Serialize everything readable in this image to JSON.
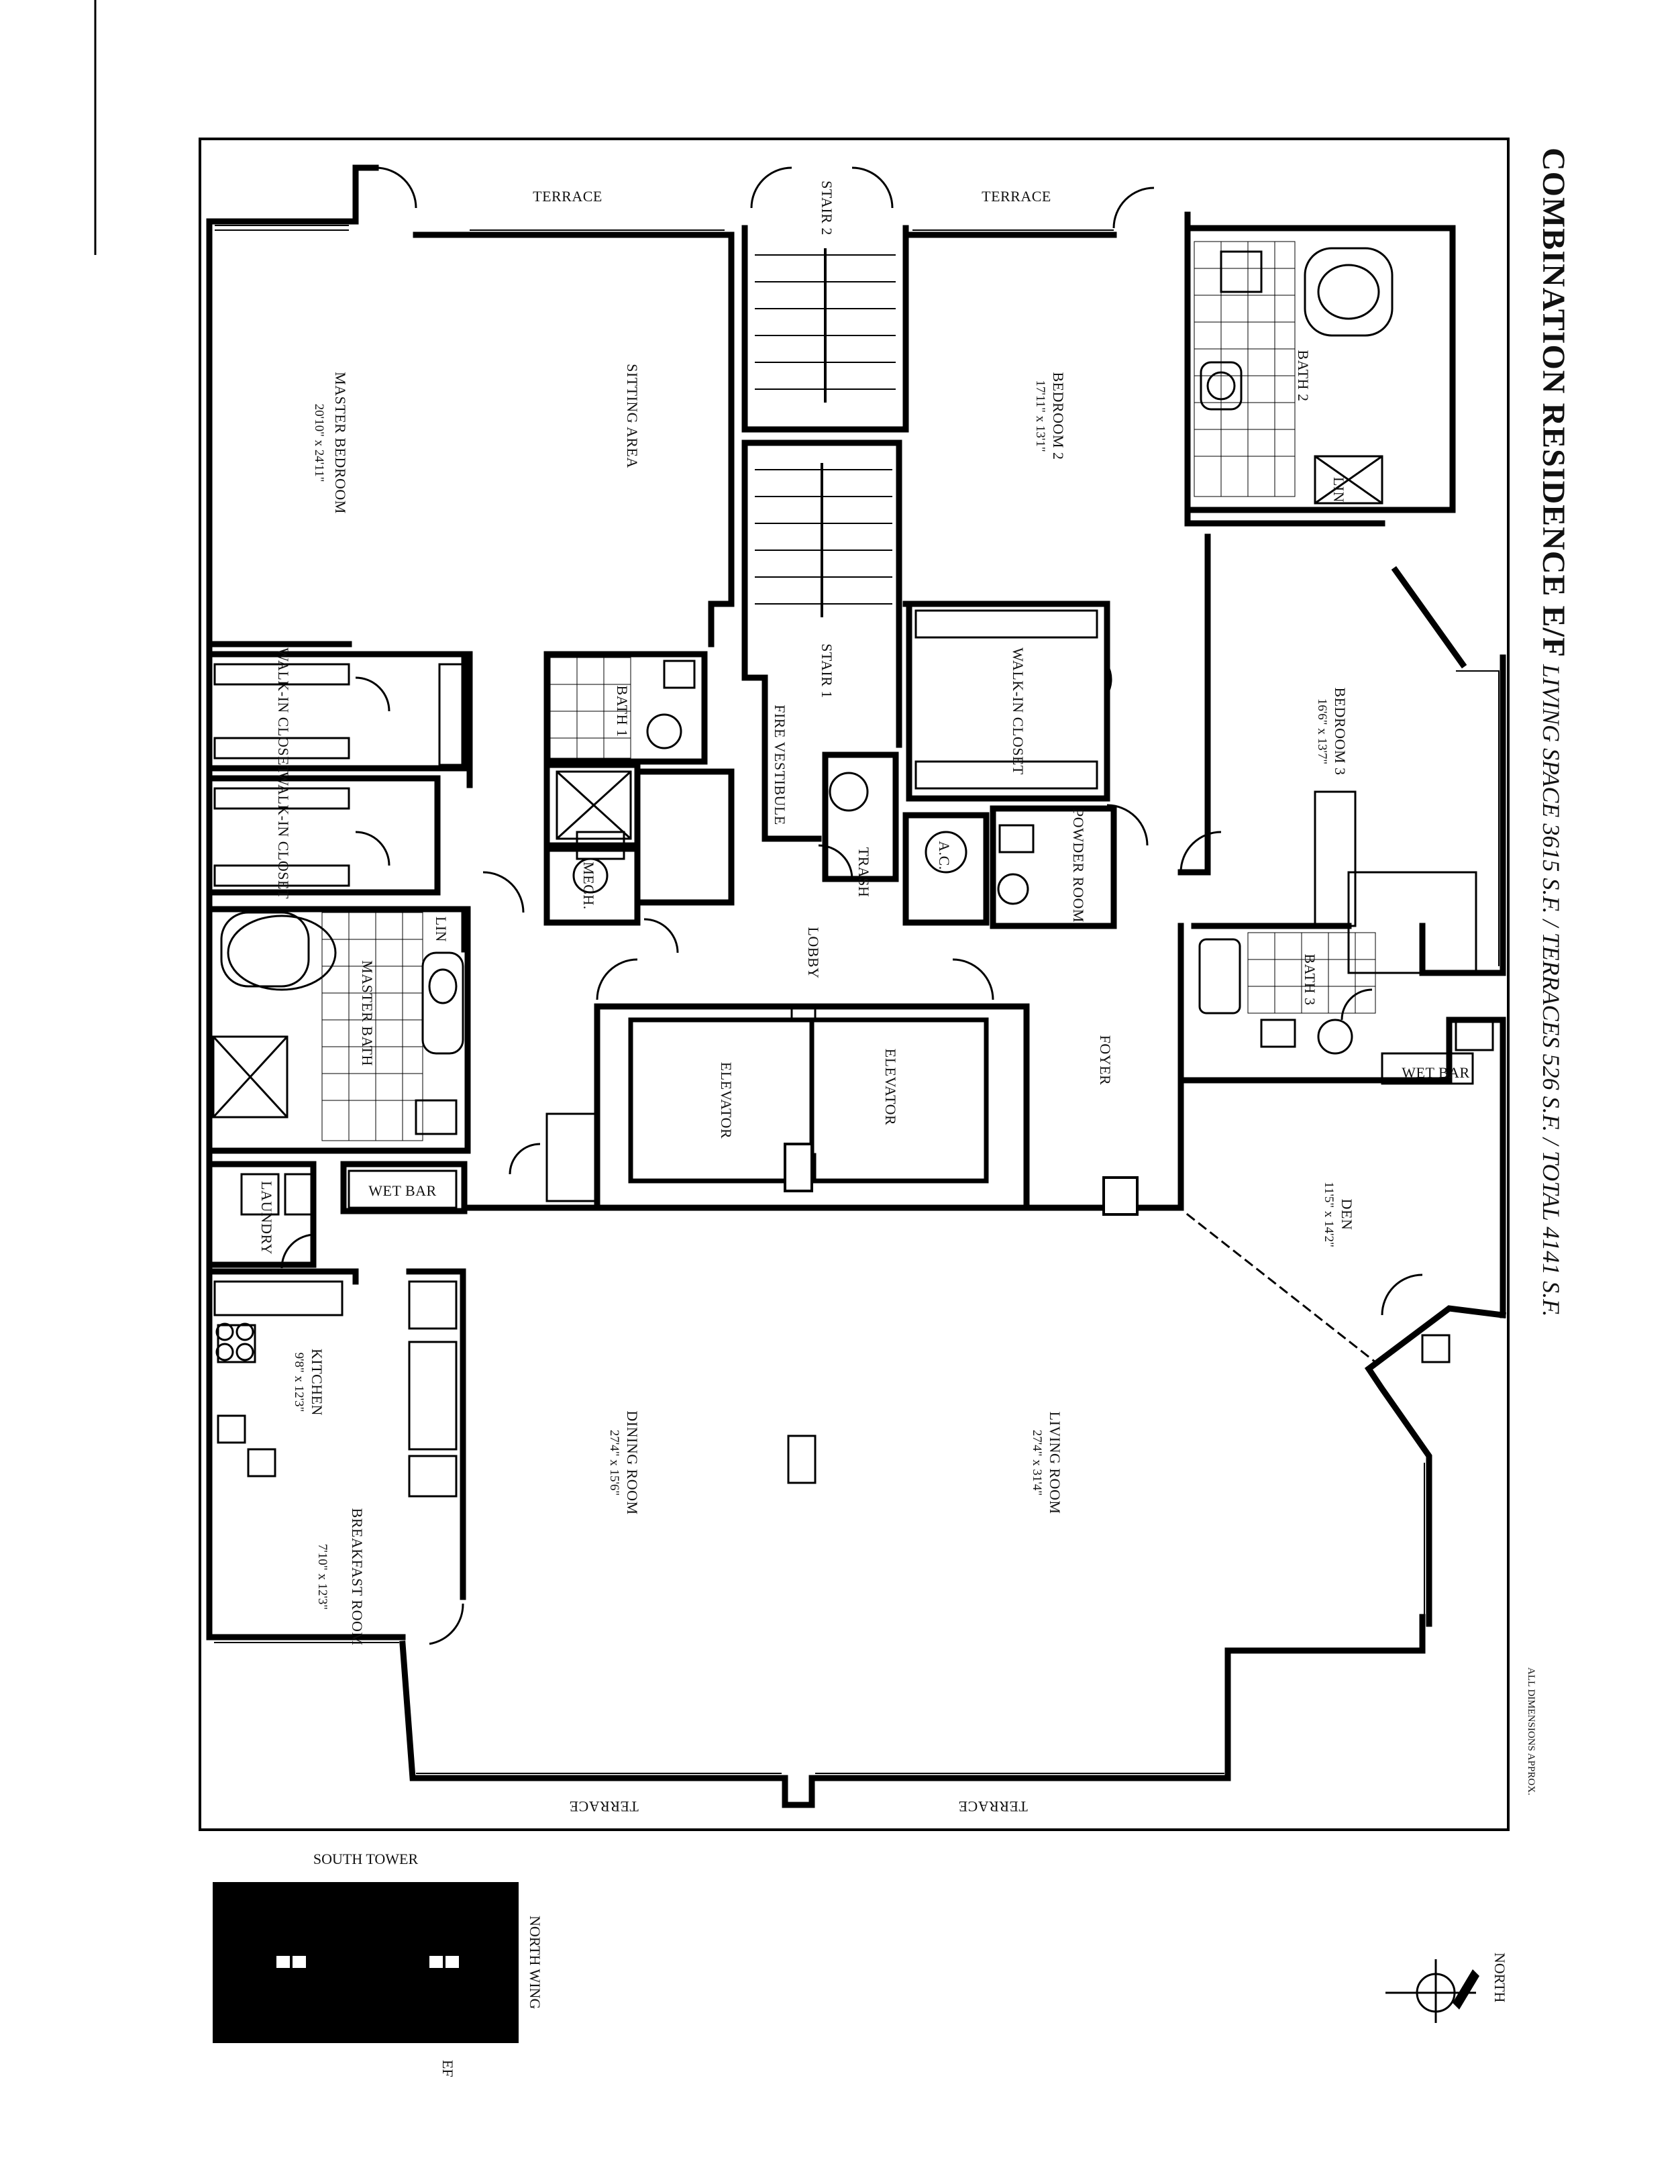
{
  "title": "COMBINATION RESIDENCE E/F",
  "subtitle": "LIVING SPACE 3615 S.F. / TERRACES 526 S.F. / TOTAL 4141 S.F.",
  "note": "ALL DIMENSIONS APPROX.",
  "rooms": {
    "terrace_top_left": "TERRACE",
    "terrace_top_right": "TERRACE",
    "terrace_bottom_left": "TERRACE",
    "terrace_bottom_right": "TERRACE",
    "stair2": "STAIR 2",
    "stair1": "STAIR 1",
    "master_bedroom": "MASTER BEDROOM",
    "master_bedroom_dim": "20'10\" x 24'11\"",
    "sitting_area": "SITTING AREA",
    "bedroom2": "BEDROOM 2",
    "bedroom2_dim": "17'11\" x 13'1\"",
    "bath2": "BATH 2",
    "lin_top": "LIN",
    "bedroom3": "BEDROOM 3",
    "bedroom3_dim": "16'6\" x 13'7\"",
    "walkin_closet_right": "WALK-IN CLOSET",
    "walkin_closet_left1": "WALK-IN CLOSET",
    "walkin_closet_left2": "WALK-IN CLOSET",
    "bath1": "BATH 1",
    "fire_vestibule": "FIRE VESTIBULE",
    "trash": "TRASH",
    "ac": "A.C.",
    "powder_room": "POWDER ROOM",
    "mech": "MECH.",
    "lobby": "LOBBY",
    "lin_left": "LIN",
    "master_bath": "MASTER BATH",
    "elevator1": "ELEVATOR",
    "elevator2": "ELEVATOR",
    "foyer": "FOYER",
    "bath3": "BATH 3",
    "wet_bar_right": "WET BAR",
    "den": "DEN",
    "den_dim": "11'5\" x 14'2\"",
    "laundry": "LAUNDRY",
    "wet_bar_left": "WET BAR",
    "kitchen": "KITCHEN",
    "kitchen_dim": "9'8\" x 12'3\"",
    "dining_room": "DINING ROOM",
    "dining_room_dim": "27'4\" x 15'6\"",
    "living_room": "LIVING ROOM",
    "living_room_dim": "27'4\" x 31'4\"",
    "breakfast_room": "BREAKFAST ROOM",
    "breakfast_room_dim": "7'10\" x 12'3\""
  },
  "key_plan": {
    "south_tower": "SOUTH TOWER",
    "north_wing": "NORTH WING",
    "unit": "EF"
  },
  "compass": "NORTH"
}
